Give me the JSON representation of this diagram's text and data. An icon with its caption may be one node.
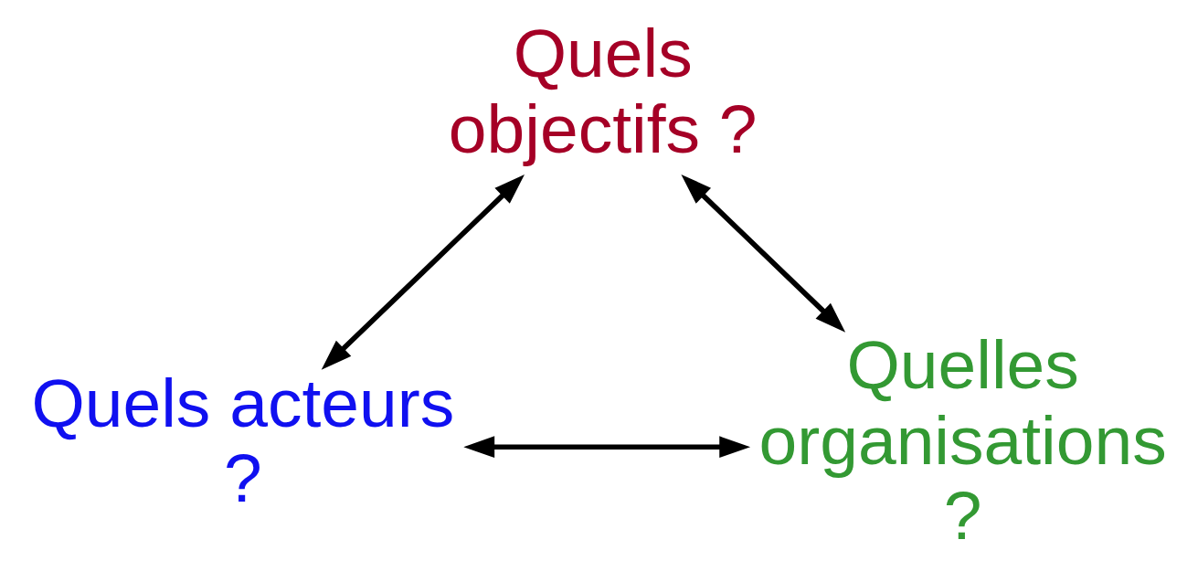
{
  "diagram": {
    "nodes": [
      {
        "text": [
          "Quels objectifs ?"
        ]
      },
      {
        "text": [
          "Quels acteurs ?"
        ]
      },
      {
        "text": [
          "Quelles organisations ?"
        ]
      }
    ],
    "edges": [
      {
        "from": 1,
        "to": 0,
        "arrow": "both"
      },
      {
        "from": 0,
        "to": 2,
        "arrow": "both"
      },
      {
        "from": 1,
        "to": 2,
        "arrow": "both"
      }
    ]
  }
}
